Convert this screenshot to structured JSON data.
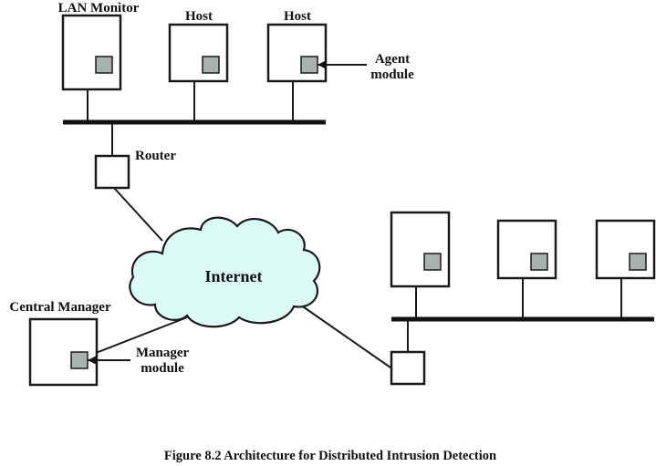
{
  "labels": {
    "lan_monitor": "LAN Monitor",
    "host_1": "Host",
    "host_2": "Host",
    "agent_module_line1": "Agent",
    "agent_module_line2": "module",
    "router": "Router",
    "internet": "Internet",
    "central_manager": "Central Manager",
    "manager_module_line1": "Manager",
    "manager_module_line2": "module"
  },
  "caption": "Figure 8.2  Architecture for Distributed Intrusion Detection",
  "colors": {
    "cloud_fill": "#dcfbf6",
    "module_fill": "#a8b2b0"
  }
}
